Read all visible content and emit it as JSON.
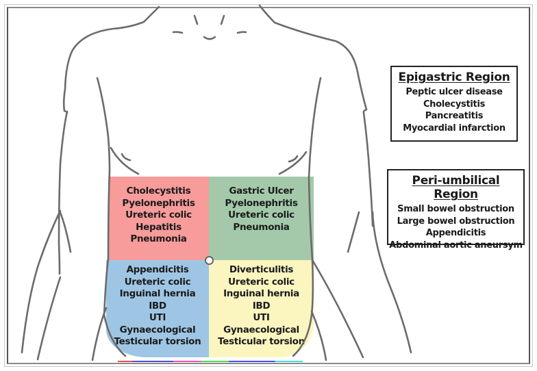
{
  "diagram": {
    "title": "Abdominal pain differential diagnosis by region",
    "colors": {
      "right_upper_quadrant": "#f79b9b",
      "left_upper_quadrant": "#a3c9aa",
      "right_lower_quadrant": "#9ec6e4",
      "left_lower_quadrant": "#fbf5bf",
      "outline": "#6b6b6b"
    },
    "quadrants": {
      "right_upper": [
        "Cholecystitis",
        "Pyelonephritis",
        "Ureteric colic",
        "Hepatitis",
        "Pneumonia"
      ],
      "left_upper": [
        "Gastric Ulcer",
        "Pyelonephritis",
        "Ureteric colic",
        "Pneumonia"
      ],
      "right_lower": [
        "Appendicitis",
        "Ureteric colic",
        "Inguinal hernia",
        "IBD",
        "UTI",
        "Gynaecological",
        "Testicular torsion"
      ],
      "left_lower": [
        "Diverticulitis",
        "Ureteric colic",
        "Inguinal hernia",
        "IBD",
        "UTI",
        "Gynaecological",
        "Testicular torsion"
      ]
    },
    "regions": {
      "epigastric": {
        "title": "Epigastric Region",
        "items": [
          "Peptic ulcer disease",
          "Cholecystitis",
          "Pancreatitis",
          "Myocardial infarction"
        ]
      },
      "periumbilical": {
        "title": "Peri-umbilical Region",
        "items": [
          "Small bowel obstruction",
          "Large bowel obstruction",
          "Appendicitis",
          "Abdominal aortic aneursym"
        ]
      }
    }
  }
}
